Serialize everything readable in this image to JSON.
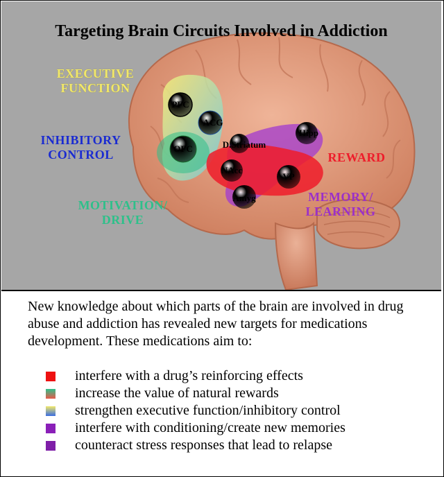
{
  "title": "Targeting Brain Circuits Involved in Addiction",
  "regions": {
    "executive": [
      "EXECUTIVE",
      "FUNCTION"
    ],
    "inhibitory": [
      "INHIBITORY",
      "CONTROL"
    ],
    "motivation": [
      "MOTIVATION/",
      "DRIVE"
    ],
    "reward": "REWARD",
    "memory": [
      "MEMORY/",
      "LEARNING"
    ]
  },
  "nodes": {
    "pfc": "PFC",
    "acg": "ACG",
    "ofc": "OFC",
    "striatum": "D.Striatum",
    "nacc": "NAcc",
    "hipp": "Hipp",
    "vp": "VP",
    "amyg": "Amyg"
  },
  "colors": {
    "executive": "#f2e86a",
    "inhibitory": "#1a2bd1",
    "motivation": "#2ec08a",
    "reward": "#ee1c2a",
    "memory": "#9b30c9",
    "brain": "#e09a7c"
  },
  "description": "New knowledge about which parts of the brain are involved in drug abuse and addiction has revealed new targets for medications development.  These medications aim to:",
  "legend": [
    {
      "text": "interfere with a drug’s reinforcing effects",
      "swatch": "red"
    },
    {
      "text": "increase the value of natural rewards",
      "swatch": "green-red"
    },
    {
      "text": "strengthen executive function/inhibitory control",
      "swatch": "yellow-blue"
    },
    {
      "text": "interfere with conditioning/create new memories",
      "swatch": "purple"
    },
    {
      "text": "counteract stress responses that lead to relapse",
      "swatch": "purple2"
    }
  ]
}
